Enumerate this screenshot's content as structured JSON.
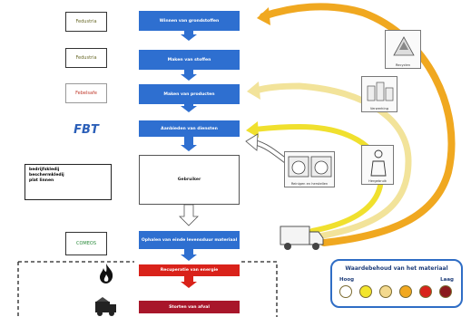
{
  "steps": [
    {
      "label": "Winnen van grondstoffen"
    },
    {
      "label": "Maken van stoffen"
    },
    {
      "label": "Maken van producten"
    },
    {
      "label": "Aanbieden van diensten"
    },
    {
      "label": "Gebruiker"
    },
    {
      "label": "Ophalen van einde levensduur materiaal"
    },
    {
      "label": "Recuperatie van energie"
    },
    {
      "label": "Storten van afval"
    }
  ],
  "logos": [
    {
      "text": "Fedustria"
    },
    {
      "text": "Fedustria"
    },
    {
      "text": "Febelsafe"
    },
    {
      "text": "FBT"
    },
    {
      "text": "COMEOS"
    }
  ],
  "side_box": {
    "lines": [
      "bedrijfskledij",
      "beschermkledij",
      "plat linnen"
    ]
  },
  "thumbnails": [
    {
      "label": "Recyclen"
    },
    {
      "label": "Verwerking"
    },
    {
      "label": "Reinigen en herstellen"
    },
    {
      "label": "Hergebruik"
    }
  ],
  "legend": {
    "title": "Waardebehoud van het materiaal",
    "high_label": "Hoog",
    "low_label": "Laag",
    "colors": [
      "#ffffff",
      "#f3e52c",
      "#f3d98e",
      "#f1a820",
      "#d8231c",
      "#8b1a1e"
    ]
  }
}
